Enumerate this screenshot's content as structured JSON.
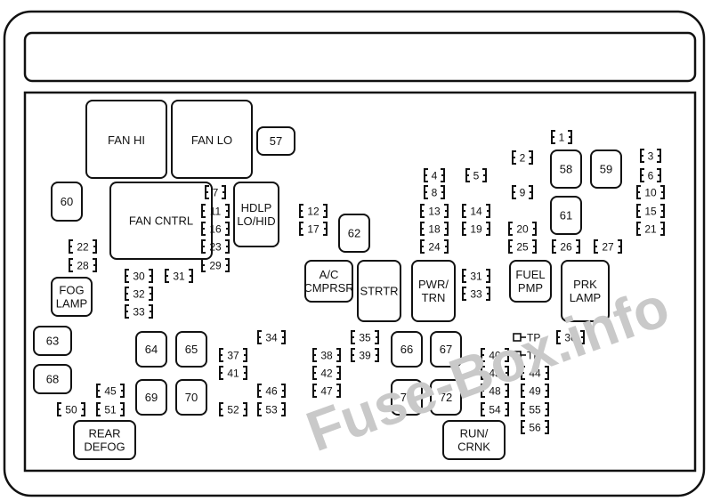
{
  "relays": [
    {
      "id": "fan_hi",
      "lines": [
        "FAN HI"
      ]
    },
    {
      "id": "fan_lo",
      "lines": [
        "FAN LO"
      ]
    },
    {
      "id": "r57",
      "lines": [
        "57"
      ]
    },
    {
      "id": "r60",
      "lines": [
        "60"
      ]
    },
    {
      "id": "fan_cntrl",
      "lines": [
        "FAN CNTRL"
      ]
    },
    {
      "id": "hdlp",
      "lines": [
        "HDLP",
        "LO/HID"
      ]
    },
    {
      "id": "r62",
      "lines": [
        "62"
      ]
    },
    {
      "id": "r58",
      "lines": [
        "58"
      ]
    },
    {
      "id": "r59",
      "lines": [
        "59"
      ]
    },
    {
      "id": "r61",
      "lines": [
        "61"
      ]
    },
    {
      "id": "fog_lamp",
      "lines": [
        "FOG",
        "LAMP"
      ]
    },
    {
      "id": "ac_cmprsr",
      "lines": [
        "A/C",
        "CMPRSR"
      ]
    },
    {
      "id": "strtr",
      "lines": [
        "STRTR"
      ]
    },
    {
      "id": "pwr_trn",
      "lines": [
        "PWR/",
        "TRN"
      ]
    },
    {
      "id": "fuel_pmp",
      "lines": [
        "FUEL",
        "PMP"
      ]
    },
    {
      "id": "prk_lamp",
      "lines": [
        "PRK",
        "LAMP"
      ]
    },
    {
      "id": "r63",
      "lines": [
        "63"
      ]
    },
    {
      "id": "r68",
      "lines": [
        "68"
      ]
    },
    {
      "id": "r64",
      "lines": [
        "64"
      ]
    },
    {
      "id": "r65",
      "lines": [
        "65"
      ]
    },
    {
      "id": "r69",
      "lines": [
        "69"
      ]
    },
    {
      "id": "r70",
      "lines": [
        "70"
      ]
    },
    {
      "id": "r66",
      "lines": [
        "66"
      ]
    },
    {
      "id": "r67",
      "lines": [
        "67"
      ]
    },
    {
      "id": "r71",
      "lines": [
        "71"
      ]
    },
    {
      "id": "r72",
      "lines": [
        "72"
      ]
    },
    {
      "id": "rear_defog",
      "lines": [
        "REAR",
        "DEFOG"
      ]
    },
    {
      "id": "run_crnk",
      "lines": [
        "RUN/",
        "CRNK"
      ]
    }
  ],
  "fuses": [
    {
      "id": "f1",
      "label": "1"
    },
    {
      "id": "f2",
      "label": "2"
    },
    {
      "id": "f3",
      "label": "3"
    },
    {
      "id": "f4",
      "label": "4"
    },
    {
      "id": "f5",
      "label": "5"
    },
    {
      "id": "f6",
      "label": "6"
    },
    {
      "id": "f7",
      "label": "7"
    },
    {
      "id": "f8",
      "label": "8"
    },
    {
      "id": "f9",
      "label": "9"
    },
    {
      "id": "f10",
      "label": "10"
    },
    {
      "id": "f11",
      "label": "11"
    },
    {
      "id": "f12",
      "label": "12"
    },
    {
      "id": "f13",
      "label": "13"
    },
    {
      "id": "f14",
      "label": "14"
    },
    {
      "id": "f15",
      "label": "15"
    },
    {
      "id": "f16",
      "label": "16"
    },
    {
      "id": "f17",
      "label": "17"
    },
    {
      "id": "f18",
      "label": "18"
    },
    {
      "id": "f19",
      "label": "19"
    },
    {
      "id": "f20",
      "label": "20"
    },
    {
      "id": "f21",
      "label": "21"
    },
    {
      "id": "f22",
      "label": "22"
    },
    {
      "id": "f23",
      "label": "23"
    },
    {
      "id": "f24",
      "label": "24"
    },
    {
      "id": "f25",
      "label": "25"
    },
    {
      "id": "f26",
      "label": "26"
    },
    {
      "id": "f27",
      "label": "27"
    },
    {
      "id": "f28",
      "label": "28"
    },
    {
      "id": "f29",
      "label": "29"
    },
    {
      "id": "f30",
      "label": "30"
    },
    {
      "id": "f31a",
      "label": "31"
    },
    {
      "id": "f31b",
      "label": "31"
    },
    {
      "id": "f32",
      "label": "32"
    },
    {
      "id": "f33a",
      "label": "33"
    },
    {
      "id": "f33b",
      "label": "33"
    },
    {
      "id": "f34",
      "label": "34"
    },
    {
      "id": "f35",
      "label": "35"
    },
    {
      "id": "f36",
      "label": "36"
    },
    {
      "id": "f37",
      "label": "37"
    },
    {
      "id": "f38",
      "label": "38"
    },
    {
      "id": "f39",
      "label": "39"
    },
    {
      "id": "f40",
      "label": "40"
    },
    {
      "id": "f41",
      "label": "41"
    },
    {
      "id": "f42",
      "label": "42"
    },
    {
      "id": "f43",
      "label": "43"
    },
    {
      "id": "f44",
      "label": "44"
    },
    {
      "id": "f45",
      "label": "45"
    },
    {
      "id": "f46",
      "label": "46"
    },
    {
      "id": "f47",
      "label": "47"
    },
    {
      "id": "f48",
      "label": "48"
    },
    {
      "id": "f49",
      "label": "49"
    },
    {
      "id": "f50",
      "label": "50"
    },
    {
      "id": "f51",
      "label": "51"
    },
    {
      "id": "f52",
      "label": "52"
    },
    {
      "id": "f53",
      "label": "53"
    },
    {
      "id": "f54",
      "label": "54"
    },
    {
      "id": "f55",
      "label": "55"
    },
    {
      "id": "f56",
      "label": "56"
    }
  ],
  "test_points": [
    {
      "id": "tp1",
      "label": "TP"
    },
    {
      "id": "tp2",
      "label": "TP"
    }
  ],
  "watermark": "Fuse-Box.info"
}
